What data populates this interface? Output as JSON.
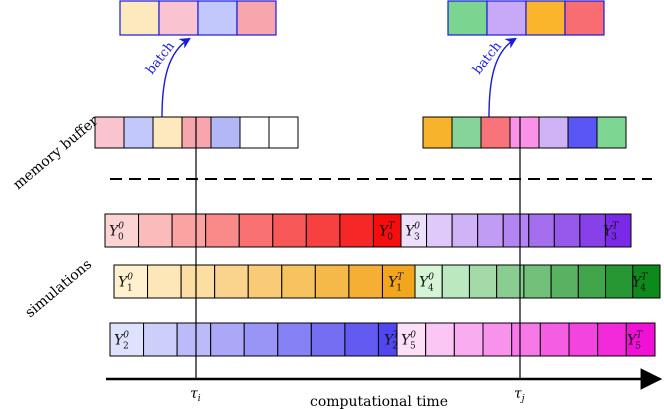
{
  "labels": {
    "memory_buffer": "memory buffer",
    "simulations": "simulations",
    "computational_time": "computational time",
    "batch": "batch",
    "tau_i": "τ",
    "tau_i_sub": "i",
    "tau_j": "τ",
    "tau_j_sub": "j"
  },
  "batches": [
    {
      "colors": [
        "#fde9bd",
        "#f9c4cf",
        "#c2c8fb",
        "#f7a6ad"
      ]
    },
    {
      "colors": [
        "#7bd490",
        "#c8a9f7",
        "#fbb52c",
        "#f86d72"
      ]
    }
  ],
  "buffers": [
    {
      "colors": [
        "#f9c4cf",
        "#c2c8fb",
        "#fde9bd",
        "#f7a6ad",
        "#b3b7f8",
        "#ffffff",
        "#ffffff"
      ]
    },
    {
      "colors": [
        "#f7b32c",
        "#86d49a",
        "#f8737a",
        "#fa92e8",
        "#d0b3f7",
        "#5a55f5",
        "#7ed693"
      ]
    }
  ],
  "simulations": [
    {
      "first": "Y",
      "first_sup": "0",
      "first_sub": "0",
      "last": "Y",
      "last_sup": "T",
      "last_sub": "0",
      "from": "#fdd4d4",
      "to": "#f50e0e"
    },
    {
      "first": "Y",
      "first_sup": "0",
      "first_sub": "1",
      "last": "Y",
      "last_sup": "T",
      "last_sub": "1",
      "from": "#fff0cf",
      "to": "#f2a61e"
    },
    {
      "first": "Y",
      "first_sup": "0",
      "first_sub": "2",
      "last": "Y",
      "last_sup": "T",
      "last_sub": "2",
      "from": "#dfe2fc",
      "to": "#5147ef"
    },
    {
      "first": "Y",
      "first_sup": "0",
      "first_sub": "3",
      "last": "Y",
      "last_sup": "T",
      "last_sub": "3",
      "from": "#ece0fd",
      "to": "#7a2ae6"
    },
    {
      "first": "Y",
      "first_sup": "0",
      "first_sub": "4",
      "last": "Y",
      "last_sup": "T",
      "last_sub": "4",
      "from": "#d5f5d6",
      "to": "#0e8a1c"
    },
    {
      "first": "Y",
      "first_sup": "0",
      "first_sub": "5",
      "last": "Y",
      "last_sup": "T",
      "last_sub": "5",
      "from": "#fde0f8",
      "to": "#f010d6"
    }
  ],
  "colors": {
    "arrow": "#1a1adb",
    "batch_border": "#1a1adb",
    "line": "#000000"
  }
}
